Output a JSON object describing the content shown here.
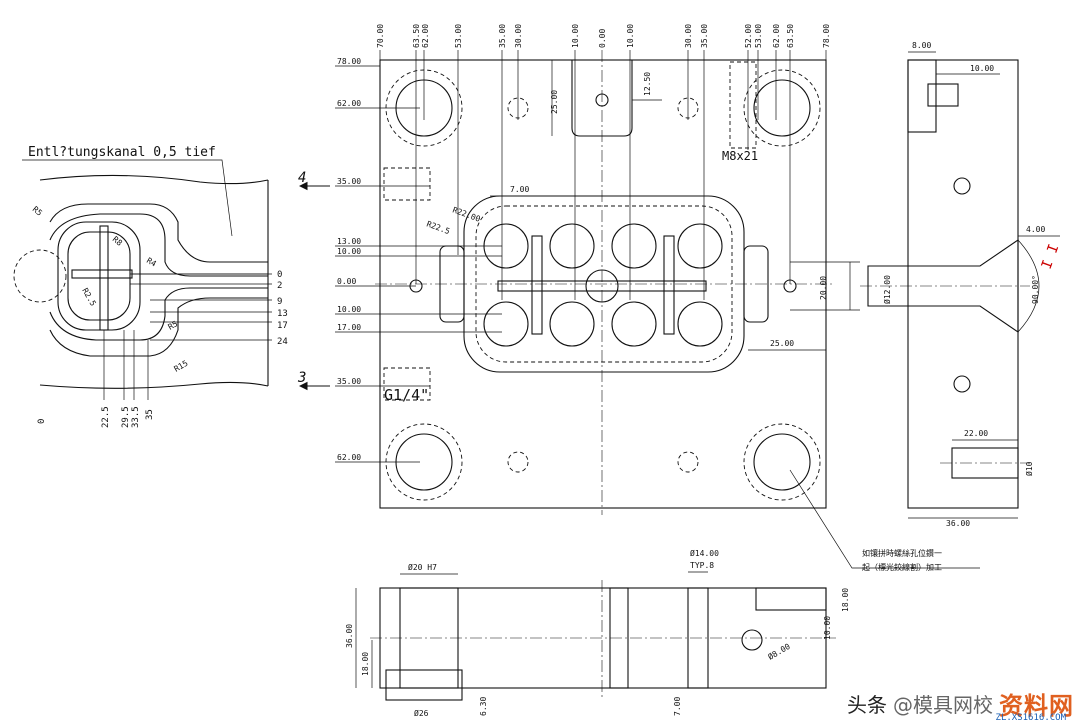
{
  "drawing": {
    "left_detail": {
      "title": "Entl?tungskanal 0,5 tief",
      "right_ticks": [
        "0",
        "2",
        "9",
        "13",
        "17",
        "24"
      ],
      "bottom_ticks": [
        "22.5",
        "29.5",
        "33.5",
        "35"
      ],
      "bottom_zero": "0",
      "radii": [
        "R5",
        "R8",
        "R4",
        "R2.5",
        "R5",
        "R15"
      ]
    },
    "plan_view": {
      "top_dims": [
        "70.00",
        "63.50",
        "62.00",
        "53.00",
        "35.00",
        "30.00",
        "10.00",
        "0.00",
        "10.00",
        "30.00",
        "35.00",
        "52.00",
        "53.00",
        "62.00",
        "63.50",
        "78.00"
      ],
      "left_dims": [
        "78.00",
        "62.00",
        "35.00",
        "13.00",
        "10.00",
        "0.00",
        "10.00",
        "17.00",
        "35.00",
        "62.00"
      ],
      "slot_dims": [
        "25.00",
        "12.50"
      ],
      "inner_dims": [
        "7.00",
        "R22.5",
        "R22.00"
      ],
      "thread_label": "M8x21",
      "port_label": "G1/4\"",
      "section_left_top": "4",
      "section_left_bottom": "3",
      "right_dims": [
        "20.00",
        "25.00"
      ],
      "note_line1": "如镶拼時螺絲孔位鑽一",
      "note_line2": "起（標光鉸線割）加工"
    },
    "side_view": {
      "top_dims": [
        "8.00",
        "10.00"
      ],
      "dia_dim": "Ø12.00",
      "angle_dim": "90.00°",
      "step_dim": "4.00",
      "hole_dim": "22.00",
      "hole_dia": "Ø10",
      "width_dim": "36.00",
      "section_mark": "I I"
    },
    "section_view": {
      "top_dims": [
        "Ø20 H7",
        "Ø14.00",
        "TYP.8"
      ],
      "left_dims": [
        "36.00",
        "18.00"
      ],
      "bottom_dims": [
        "Ø26",
        "6.30",
        "7.00"
      ],
      "right_dims": [
        "10.00",
        "18.00"
      ],
      "hole_dia": "Ø8.00"
    }
  },
  "watermark": {
    "head": "头条",
    "site": "@模具网校",
    "logo": "资料网",
    "url": "ZL.XS1616.COM"
  }
}
